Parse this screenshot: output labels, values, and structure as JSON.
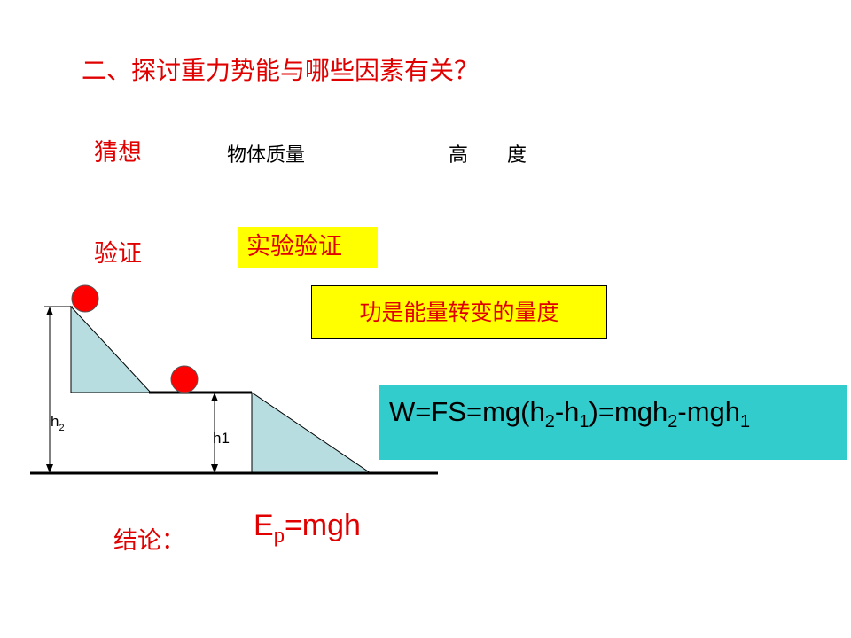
{
  "title": "二、探讨重力势能与哪些因素有关？",
  "guess": {
    "label": "猜想",
    "factor_mass": "物体质量",
    "factor_height": "高　　度"
  },
  "verify": {
    "label": "验证",
    "method": "实验验证"
  },
  "work_note": "功是能量转变的量度",
  "formula": {
    "w": "W=FS=mg(h",
    "s1": "2",
    "m1": "-h",
    "s2": "1",
    "m2": ")=mgh",
    "s3": "2",
    "m3": "-mgh",
    "s4": "1"
  },
  "diagram": {
    "h2_base": "h",
    "h2_sub": "2",
    "h1_label": "h1",
    "ball_color": "#ff0000",
    "ramp_color": "#b7dde0"
  },
  "conclusion": {
    "label": "结论：",
    "e": "E",
    "e_sub": "p",
    "rest": "=mgh"
  }
}
